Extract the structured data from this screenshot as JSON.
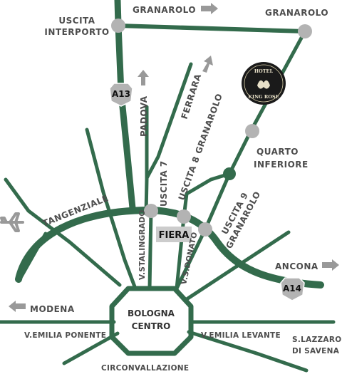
{
  "labels": {
    "uscita_interporto_line1": "USCITA",
    "uscita_interporto_line2": "INTERPORTO",
    "granarolo_top": "GRANAROLO",
    "granarolo_right": "GRANAROLO",
    "padova": "PADOVA",
    "ferrara": "FERRARA",
    "quarto_line1": "QUARTO",
    "quarto_line2": "INFERIORE",
    "uscita7": "USCITA 7",
    "uscita8": "USCITA 8 GRANAROLO",
    "uscita9_line1": "USCITA 9",
    "uscita9_line2": "GRANAROLO",
    "tangenziale": "TANGENZIALE",
    "fiera": "FIERA",
    "stalingrado": "V.STALINGRADO",
    "sdonato": "V.S.DONATO",
    "ancona": "ANCONA",
    "modena": "MODENA",
    "centro_line1": "BOLOGNA",
    "centro_line2": "CENTRO",
    "emilia_ponente": "V.EMILIA PONENTE",
    "emilia_levante": "V.EMILIA LEVANTE",
    "slazzaro_line1": "S.LAZZARO",
    "slazzaro_line2": "DI SAVENA",
    "circonvallazione": "CIRCONVALLAZIONE"
  },
  "shields": {
    "a13": "A13",
    "a14": "A14"
  },
  "hotel": {
    "line1": "HOTEL",
    "line2": "KING ROSE"
  },
  "colors": {
    "road": "#336b4c",
    "junction": "#b3b3b3",
    "text": "#4d4d4d",
    "arrow": "#999999"
  },
  "icons": {
    "airport": "airplane-icon",
    "direction": "arrow-icon"
  }
}
